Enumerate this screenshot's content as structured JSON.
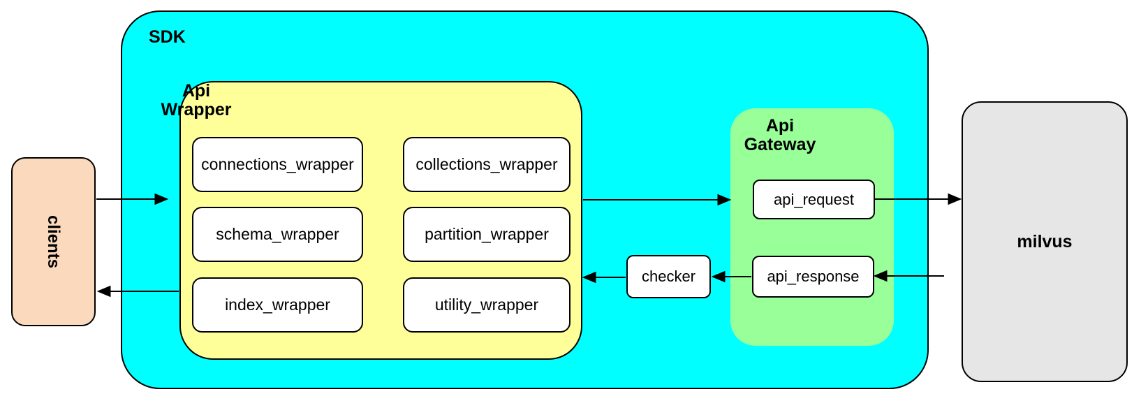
{
  "diagram": {
    "sdk": {
      "label": "SDK"
    },
    "clients": {
      "label": "clients"
    },
    "milvus": {
      "label": "milvus"
    },
    "api_wrapper": {
      "label_line1": "Api",
      "label_line2": "Wrapper",
      "modules": [
        {
          "label": "connections_wrapper"
        },
        {
          "label": "collections_wrapper"
        },
        {
          "label": "schema_wrapper"
        },
        {
          "label": "partition_wrapper"
        },
        {
          "label": "index_wrapper"
        },
        {
          "label": "utility_wrapper"
        }
      ]
    },
    "api_gateway": {
      "label_line1": "Api",
      "label_line2": "Gateway",
      "nodes": [
        {
          "label": "api_request"
        },
        {
          "label": "api_response"
        }
      ]
    },
    "checker": {
      "label": "checker"
    },
    "colors": {
      "sdk_fill": "#00ffff",
      "api_wrapper_fill": "#ffff99",
      "api_gateway_fill": "#99ff99",
      "clients_fill": "#fbd9bd",
      "milvus_fill": "#e6e6e6",
      "node_fill": "#ffffff",
      "stroke": "#000000"
    }
  }
}
